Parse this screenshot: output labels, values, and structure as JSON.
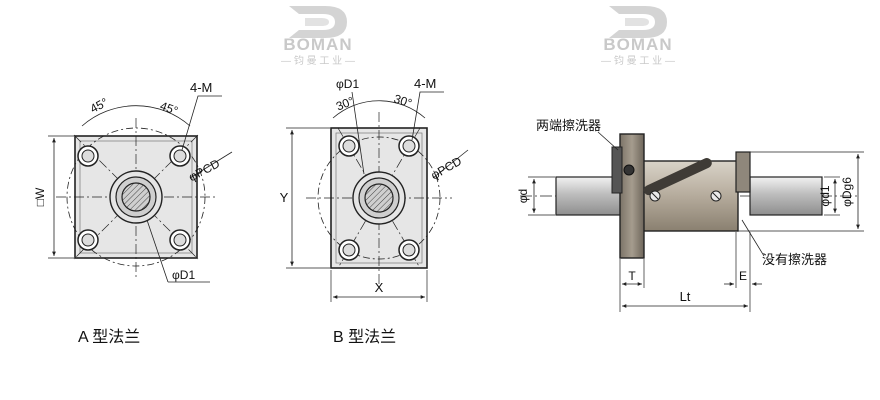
{
  "watermarks": [
    {
      "brand": "BOMAN",
      "sub": "— 钧 曼 工 业 —"
    },
    {
      "brand": "BOMAN",
      "sub": "— 钧 曼 工 业 —"
    }
  ],
  "figure_a": {
    "caption": "A 型法兰",
    "angle_left": "45°",
    "angle_right": "45°",
    "label_m": "4-M",
    "label_pcd": "φPCD",
    "label_d1": "φD1",
    "label_w": "□W"
  },
  "figure_b": {
    "caption": "B 型法兰",
    "angle_left": "30°",
    "angle_right": "30°",
    "label_m": "4-M",
    "label_d1": "φD1",
    "label_pcd": "φPCD",
    "label_y": "Y",
    "label_x": "X"
  },
  "side_view": {
    "label_wiper_both": "两端擦洗器",
    "label_no_wiper": "没有擦洗器",
    "label_d": "φd",
    "label_d1": "φd1",
    "label_dg6": "φDg6",
    "label_t": "T",
    "label_e": "E",
    "label_lt": "Lt"
  }
}
